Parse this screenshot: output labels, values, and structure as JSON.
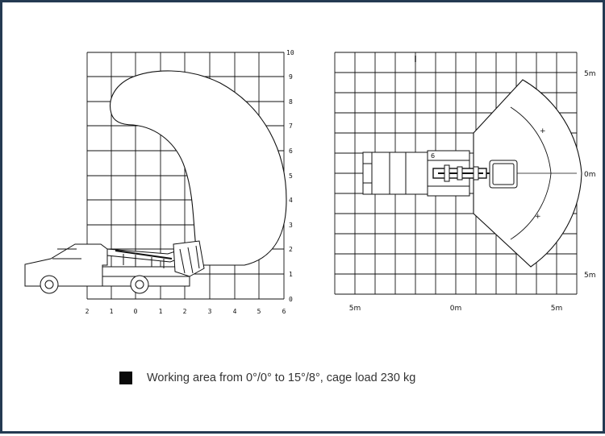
{
  "side_view": {
    "x_ticks": [
      "2",
      "1",
      "0",
      "1",
      "2",
      "3",
      "4",
      "5",
      "6"
    ],
    "y_ticks": [
      "0",
      "1",
      "2",
      "3",
      "4",
      "5",
      "6",
      "7",
      "8",
      "9",
      "10"
    ]
  },
  "top_view": {
    "x_ticks": [
      "5m",
      "0m",
      "5m"
    ],
    "y_ticks": [
      "5m",
      "0m",
      "5m"
    ]
  },
  "legend": {
    "text": "Working area from 0°/0° to 15°/8°, cage load 230 kg",
    "swatch_color": "#0a0a0a"
  }
}
